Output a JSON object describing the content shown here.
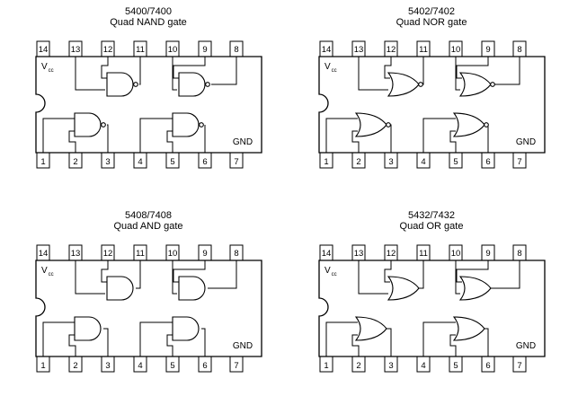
{
  "chips": [
    {
      "id": "nand",
      "part": "5400/7400",
      "name": "Quad NAND gate",
      "gate": "nand",
      "vcc_main": "V",
      "vcc_sub": "cc",
      "gnd": "GND",
      "top_pins": [
        "14",
        "13",
        "12",
        "11",
        "10",
        "9",
        "8"
      ],
      "bottom_pins": [
        "1",
        "2",
        "3",
        "4",
        "5",
        "6",
        "7"
      ]
    },
    {
      "id": "nor",
      "part": "5402/7402",
      "name": "Quad NOR gate",
      "gate": "nor",
      "vcc_main": "V",
      "vcc_sub": "cc",
      "gnd": "GND",
      "top_pins": [
        "14",
        "13",
        "12",
        "11",
        "10",
        "9",
        "8"
      ],
      "bottom_pins": [
        "1",
        "2",
        "3",
        "4",
        "5",
        "6",
        "7"
      ]
    },
    {
      "id": "and",
      "part": "5408/7408",
      "name": "Quad AND gate",
      "gate": "and",
      "vcc_main": "V",
      "vcc_sub": "cc",
      "gnd": "GND",
      "top_pins": [
        "14",
        "13",
        "12",
        "11",
        "10",
        "9",
        "8"
      ],
      "bottom_pins": [
        "1",
        "2",
        "3",
        "4",
        "5",
        "6",
        "7"
      ]
    },
    {
      "id": "or",
      "part": "5432/7432",
      "name": "Quad OR gate",
      "gate": "or",
      "vcc_main": "V",
      "vcc_sub": "cc",
      "gnd": "GND",
      "top_pins": [
        "14",
        "13",
        "12",
        "11",
        "10",
        "9",
        "8"
      ],
      "bottom_pins": [
        "1",
        "2",
        "3",
        "4",
        "5",
        "6",
        "7"
      ]
    }
  ]
}
